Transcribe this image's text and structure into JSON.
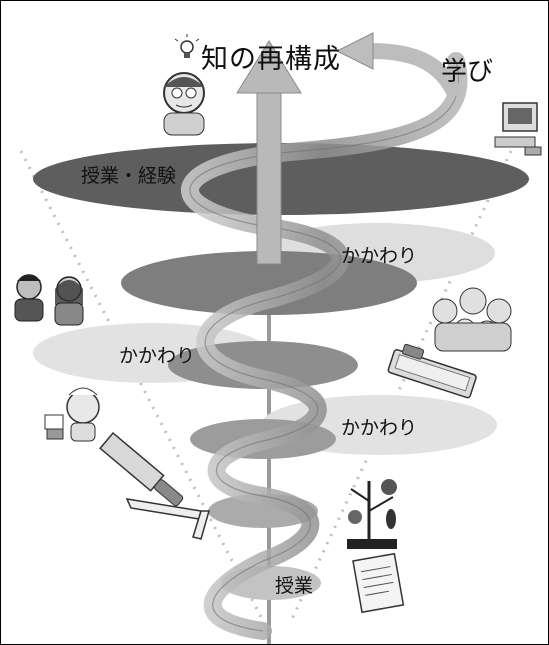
{
  "diagram": {
    "title": "知の再構成",
    "learning_label": "学び",
    "layers": [
      {
        "label": "授業・経験"
      },
      {
        "label": "かかわり"
      },
      {
        "label": "かかわり"
      },
      {
        "label": "かかわり"
      },
      {
        "label": "授業"
      }
    ]
  }
}
